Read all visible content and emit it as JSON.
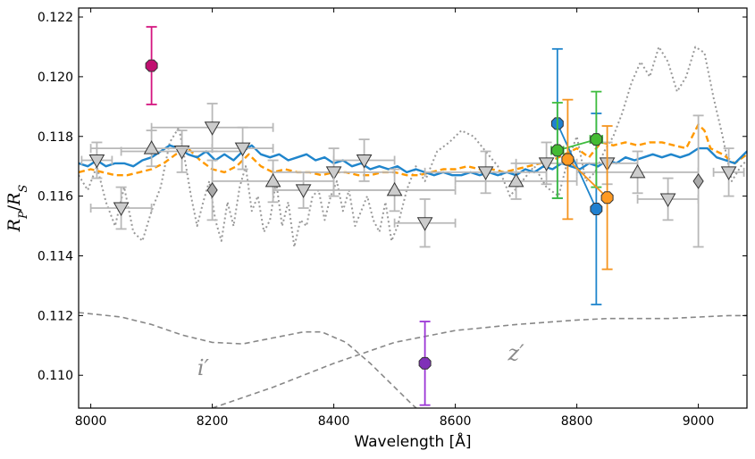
{
  "chart_data": {
    "type": "scatter",
    "title": "",
    "xlabel": "Wavelength [Å]",
    "ylabel": "R_P/R_S",
    "xlim": [
      7980,
      9080
    ],
    "ylim": [
      0.1089,
      0.1223
    ],
    "xticks": [
      8000,
      8200,
      8400,
      8600,
      8800,
      9000
    ],
    "yticks": [
      0.11,
      0.112,
      0.114,
      0.116,
      0.118,
      0.12,
      0.122
    ],
    "ytick_format": 3,
    "grid": false,
    "legend": "none",
    "filter_labels": [
      {
        "text": "i′",
        "x": 8185,
        "y": 0.11
      },
      {
        "text": "z′",
        "x": 8700,
        "y": 0.1105
      }
    ],
    "filter_curves": [
      {
        "name": "i-band response",
        "color": "#888888",
        "x": [
          7980,
          8050,
          8100,
          8150,
          8200,
          8250,
          8300,
          8350,
          8380,
          8420,
          8460,
          8500,
          8530,
          8560
        ],
        "y": [
          0.1121,
          0.11195,
          0.1117,
          0.11135,
          0.1111,
          0.11105,
          0.11125,
          0.11145,
          0.11145,
          0.1111,
          0.1104,
          0.1096,
          0.109,
          0.1085
        ]
      },
      {
        "name": "z-band response",
        "color": "#888888",
        "x": [
          8200,
          8300,
          8400,
          8500,
          8600,
          8700,
          8800,
          8850,
          8950,
          9050,
          9080
        ],
        "y": [
          0.1089,
          0.1096,
          0.1104,
          0.1111,
          0.1115,
          0.1117,
          0.11185,
          0.1119,
          0.1119,
          0.112,
          0.112
        ]
      }
    ],
    "model_lines": [
      {
        "name": "model dotted",
        "color": "#999999",
        "dash": "2 3",
        "width": 2,
        "x": [
          7980,
          7995,
          8010,
          8025,
          8040,
          8055,
          8070,
          8085,
          8100,
          8115,
          8130,
          8145,
          8155,
          8165,
          8175,
          8185,
          8195,
          8205,
          8215,
          8225,
          8235,
          8245,
          8255,
          8265,
          8275,
          8285,
          8295,
          8305,
          8315,
          8325,
          8335,
          8345,
          8355,
          8365,
          8375,
          8385,
          8395,
          8405,
          8415,
          8425,
          8435,
          8445,
          8455,
          8465,
          8475,
          8485,
          8495,
          8505,
          8520,
          8535,
          8550,
          8570,
          8590,
          8610,
          8630,
          8650,
          8670,
          8690,
          8710,
          8730,
          8750,
          8770,
          8785,
          8800,
          8815,
          8830,
          8845,
          8860,
          8875,
          8890,
          8905,
          8920,
          8935,
          8950,
          8965,
          8980,
          8995,
          9010,
          9025,
          9040,
          9055,
          9070,
          9080
        ],
        "y": [
          0.1167,
          0.1162,
          0.117,
          0.1158,
          0.115,
          0.1163,
          0.1148,
          0.1145,
          0.1155,
          0.1163,
          0.1178,
          0.1183,
          0.1172,
          0.116,
          0.115,
          0.1158,
          0.1165,
          0.1152,
          0.1145,
          0.1158,
          0.115,
          0.1163,
          0.117,
          0.1155,
          0.116,
          0.1148,
          0.1152,
          0.1165,
          0.115,
          0.1158,
          0.1143,
          0.1152,
          0.115,
          0.116,
          0.1162,
          0.1152,
          0.116,
          0.1165,
          0.1155,
          0.1162,
          0.115,
          0.1155,
          0.116,
          0.1152,
          0.1148,
          0.1158,
          0.1145,
          0.115,
          0.1162,
          0.117,
          0.1165,
          0.1175,
          0.1178,
          0.1182,
          0.118,
          0.1175,
          0.117,
          0.116,
          0.1165,
          0.117,
          0.1163,
          0.116,
          0.1172,
          0.118,
          0.1165,
          0.1168,
          0.1175,
          0.118,
          0.1188,
          0.1198,
          0.1205,
          0.12,
          0.121,
          0.1205,
          0.1195,
          0.12,
          0.121,
          0.1208,
          0.1193,
          0.118,
          0.1165,
          0.117,
          0.1172
        ]
      },
      {
        "name": "model dashed",
        "color": "#ff9900",
        "dash": "7 4",
        "width": 2.4,
        "x": [
          7980,
          8000,
          8020,
          8040,
          8060,
          8080,
          8100,
          8120,
          8140,
          8160,
          8180,
          8200,
          8220,
          8240,
          8260,
          8280,
          8300,
          8320,
          8340,
          8360,
          8380,
          8400,
          8420,
          8440,
          8460,
          8480,
          8500,
          8520,
          8540,
          8560,
          8580,
          8600,
          8620,
          8640,
          8660,
          8680,
          8700,
          8720,
          8740,
          8760,
          8780,
          8800,
          8820,
          8840,
          8860,
          8880,
          8900,
          8920,
          8940,
          8960,
          8980,
          9000,
          9010,
          9020,
          9040,
          9060,
          9080
        ],
        "y": [
          0.1168,
          0.1169,
          0.1168,
          0.1167,
          0.1167,
          0.1168,
          0.1169,
          0.1171,
          0.1174,
          0.1176,
          0.1172,
          0.1169,
          0.1168,
          0.117,
          0.1174,
          0.117,
          0.1168,
          0.1169,
          0.1168,
          0.1168,
          0.1167,
          0.1168,
          0.1168,
          0.1167,
          0.1167,
          0.1168,
          0.1168,
          0.1167,
          0.1167,
          0.1168,
          0.1169,
          0.1169,
          0.117,
          0.1169,
          0.1169,
          0.1168,
          0.1169,
          0.117,
          0.1171,
          0.1172,
          0.1174,
          0.1176,
          0.1173,
          0.1178,
          0.1177,
          0.1178,
          0.1177,
          0.1178,
          0.1178,
          0.1177,
          0.1176,
          0.1184,
          0.1182,
          0.1176,
          0.1174,
          0.1171,
          0.1174
        ]
      },
      {
        "name": "model solid",
        "color": "#1f85cc",
        "dash": "",
        "width": 2.4,
        "x": [
          7980,
          7995,
          8010,
          8025,
          8040,
          8055,
          8070,
          8085,
          8100,
          8115,
          8130,
          8145,
          8160,
          8175,
          8190,
          8205,
          8220,
          8235,
          8250,
          8265,
          8280,
          8295,
          8310,
          8325,
          8340,
          8355,
          8370,
          8385,
          8400,
          8415,
          8430,
          8445,
          8460,
          8475,
          8490,
          8505,
          8520,
          8535,
          8550,
          8565,
          8580,
          8595,
          8610,
          8625,
          8640,
          8655,
          8670,
          8685,
          8700,
          8715,
          8730,
          8745,
          8760,
          8775,
          8790,
          8805,
          8820,
          8835,
          8850,
          8865,
          8880,
          8895,
          8910,
          8925,
          8940,
          8955,
          8970,
          8985,
          9000,
          9015,
          9030,
          9045,
          9060,
          9080
        ],
        "y": [
          0.1171,
          0.117,
          0.1172,
          0.117,
          0.1171,
          0.1171,
          0.117,
          0.1172,
          0.1173,
          0.1175,
          0.1177,
          0.1176,
          0.1174,
          0.1173,
          0.1175,
          0.1172,
          0.1174,
          0.1172,
          0.1175,
          0.1177,
          0.1174,
          0.1173,
          0.1174,
          0.1172,
          0.1173,
          0.1174,
          0.1172,
          0.1173,
          0.1171,
          0.1172,
          0.117,
          0.1171,
          0.1169,
          0.117,
          0.1169,
          0.117,
          0.1168,
          0.1169,
          0.1168,
          0.1167,
          0.1168,
          0.1167,
          0.1167,
          0.1168,
          0.1167,
          0.1168,
          0.1167,
          0.1168,
          0.1167,
          0.1169,
          0.1168,
          0.117,
          0.1169,
          0.1171,
          0.117,
          0.1169,
          0.1171,
          0.117,
          0.1172,
          0.1171,
          0.1173,
          0.1172,
          0.1173,
          0.1174,
          0.1173,
          0.1174,
          0.1173,
          0.1174,
          0.1176,
          0.1176,
          0.1173,
          0.1172,
          0.1171,
          0.1175
        ]
      }
    ],
    "series": [
      {
        "name": "gray down triangles",
        "marker": "tri-down",
        "color": "#b8b8b8",
        "fill": "#cccccc",
        "edge": "#333333",
        "points": [
          {
            "x": 8010,
            "y": 0.1172,
            "xerr": 25,
            "yerr": 0.0006
          },
          {
            "x": 8050,
            "y": 0.1156,
            "xerr": 50,
            "yerr": 0.0007
          },
          {
            "x": 8150,
            "y": 0.1175,
            "xerr": 100,
            "yerr": 0.0007
          },
          {
            "x": 8200,
            "y": 0.1183,
            "xerr": 100,
            "yerr": 0.0008
          },
          {
            "x": 8250,
            "y": 0.1176,
            "xerr": 50,
            "yerr": 0.0007
          },
          {
            "x": 8350,
            "y": 0.1162,
            "xerr": 50,
            "yerr": 0.0006
          },
          {
            "x": 8400,
            "y": 0.1168,
            "xerr": 100,
            "yerr": 0.0008
          },
          {
            "x": 8450,
            "y": 0.1172,
            "xerr": 50,
            "yerr": 0.0007
          },
          {
            "x": 8550,
            "y": 0.1151,
            "xerr": 50,
            "yerr": 0.0008
          },
          {
            "x": 8650,
            "y": 0.1168,
            "xerr": 100,
            "yerr": 0.0007
          },
          {
            "x": 8750,
            "y": 0.1171,
            "xerr": 50,
            "yerr": 0.0007
          },
          {
            "x": 8850,
            "y": 0.1171,
            "xerr": 50,
            "yerr": 0.0007
          },
          {
            "x": 8950,
            "y": 0.1159,
            "xerr": 50,
            "yerr": 0.0007
          },
          {
            "x": 9050,
            "y": 0.1168,
            "xerr": 25,
            "yerr": 0.0008
          }
        ]
      },
      {
        "name": "gray up triangles",
        "marker": "tri-up",
        "color": "#b8b8b8",
        "fill": "#cccccc",
        "edge": "#333333",
        "points": [
          {
            "x": 8100,
            "y": 0.1176,
            "xerr": 100,
            "yerr": 0.0006
          },
          {
            "x": 8300,
            "y": 0.1165,
            "xerr": 100,
            "yerr": 0.0007
          },
          {
            "x": 8500,
            "y": 0.1162,
            "xerr": 100,
            "yerr": 0.0007
          },
          {
            "x": 8700,
            "y": 0.1165,
            "xerr": 100,
            "yerr": 0.0006
          },
          {
            "x": 8900,
            "y": 0.1168,
            "xerr": 100,
            "yerr": 0.0007
          }
        ]
      },
      {
        "name": "gray diamonds",
        "marker": "diamond",
        "color": "#b8b8b8",
        "fill": "#aaaaaa",
        "edge": "#333333",
        "points": [
          {
            "x": 8200,
            "y": 0.1162,
            "xerr": 0,
            "yerr": 0.001
          },
          {
            "x": 9000,
            "y": 0.1165,
            "xerr": 0,
            "yerr": 0.0022
          }
        ]
      },
      {
        "name": "magenta point",
        "marker": "octagon",
        "color": "#d4157f",
        "fill": "#c01070",
        "edge": "#333333",
        "points": [
          {
            "x": 8100,
            "y": 0.12037,
            "xerr": 0,
            "yerr": 0.0013
          }
        ]
      },
      {
        "name": "purple point",
        "marker": "octagon",
        "color": "#9b35d6",
        "fill": "#8030b8",
        "edge": "#333333",
        "points": [
          {
            "x": 8550,
            "y": 0.1104,
            "xerr": 0,
            "yerr": 0.0014
          }
        ]
      },
      {
        "name": "blue points",
        "marker": "octagon",
        "color": "#1f85cc",
        "fill": "#2080d0",
        "edge": "#333333",
        "connect": true,
        "points": [
          {
            "x": 8768,
            "y": 0.11843,
            "xerr": 0,
            "yerr": 0.0025
          },
          {
            "x": 8832,
            "y": 0.11557,
            "xerr": 0,
            "yerr": 0.0032
          }
        ]
      },
      {
        "name": "green points",
        "marker": "octagon",
        "color": "#3ebc3e",
        "fill": "#44bb33",
        "edge": "#333333",
        "connect": true,
        "points": [
          {
            "x": 8768,
            "y": 0.11753,
            "xerr": 10,
            "yerr": 0.0016
          },
          {
            "x": 8832,
            "y": 0.1179,
            "xerr": 10,
            "yerr": 0.0016
          }
        ]
      },
      {
        "name": "orange points",
        "marker": "octagon",
        "color": "#f5941e",
        "fill": "#ff9a22",
        "edge": "#333333",
        "connect": true,
        "points": [
          {
            "x": 8785,
            "y": 0.11723,
            "xerr": 0,
            "yerr": 0.002
          },
          {
            "x": 8850,
            "y": 0.11595,
            "xerr": 0,
            "yerr": 0.0024
          }
        ]
      }
    ]
  }
}
